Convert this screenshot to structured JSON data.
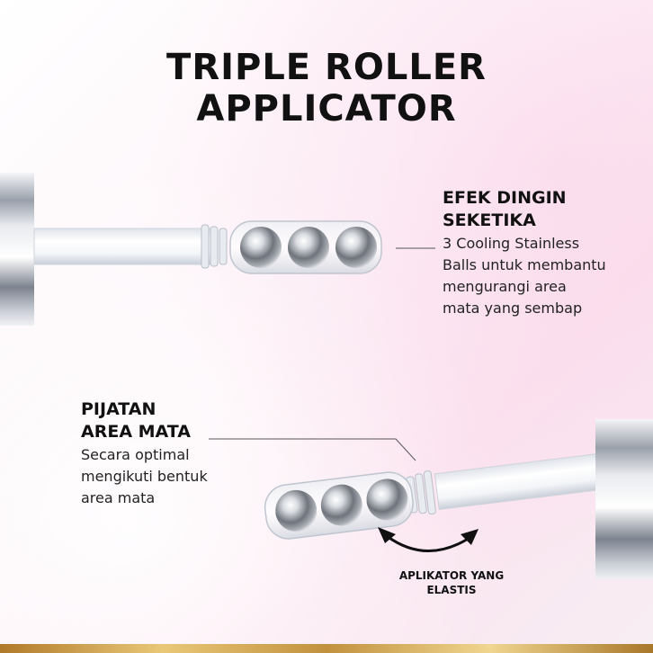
{
  "title": {
    "line1": "TRIPLE ROLLER",
    "line2": "APPLICATOR"
  },
  "feature_cooling": {
    "heading_line1": "EFEK DINGIN",
    "heading_line2": "SEKETIKA",
    "desc_line1": "3 Cooling Stainless",
    "desc_line2": "Balls untuk membantu",
    "desc_line3": "mengurangi area",
    "desc_line4": "mata yang sembap"
  },
  "feature_massage": {
    "heading_line1": "PIJATAN",
    "heading_line2": "AREA MATA",
    "desc_line1": "Secara optimal",
    "desc_line2": "mengikuti bentuk",
    "desc_line3": "area mata"
  },
  "elastic_label": {
    "line1": "APLIKATOR YANG",
    "line2": "ELASTIS"
  },
  "colors": {
    "accent_gold": "#c8a050",
    "text": "#111111",
    "background_pink": "#fbe3ef"
  }
}
